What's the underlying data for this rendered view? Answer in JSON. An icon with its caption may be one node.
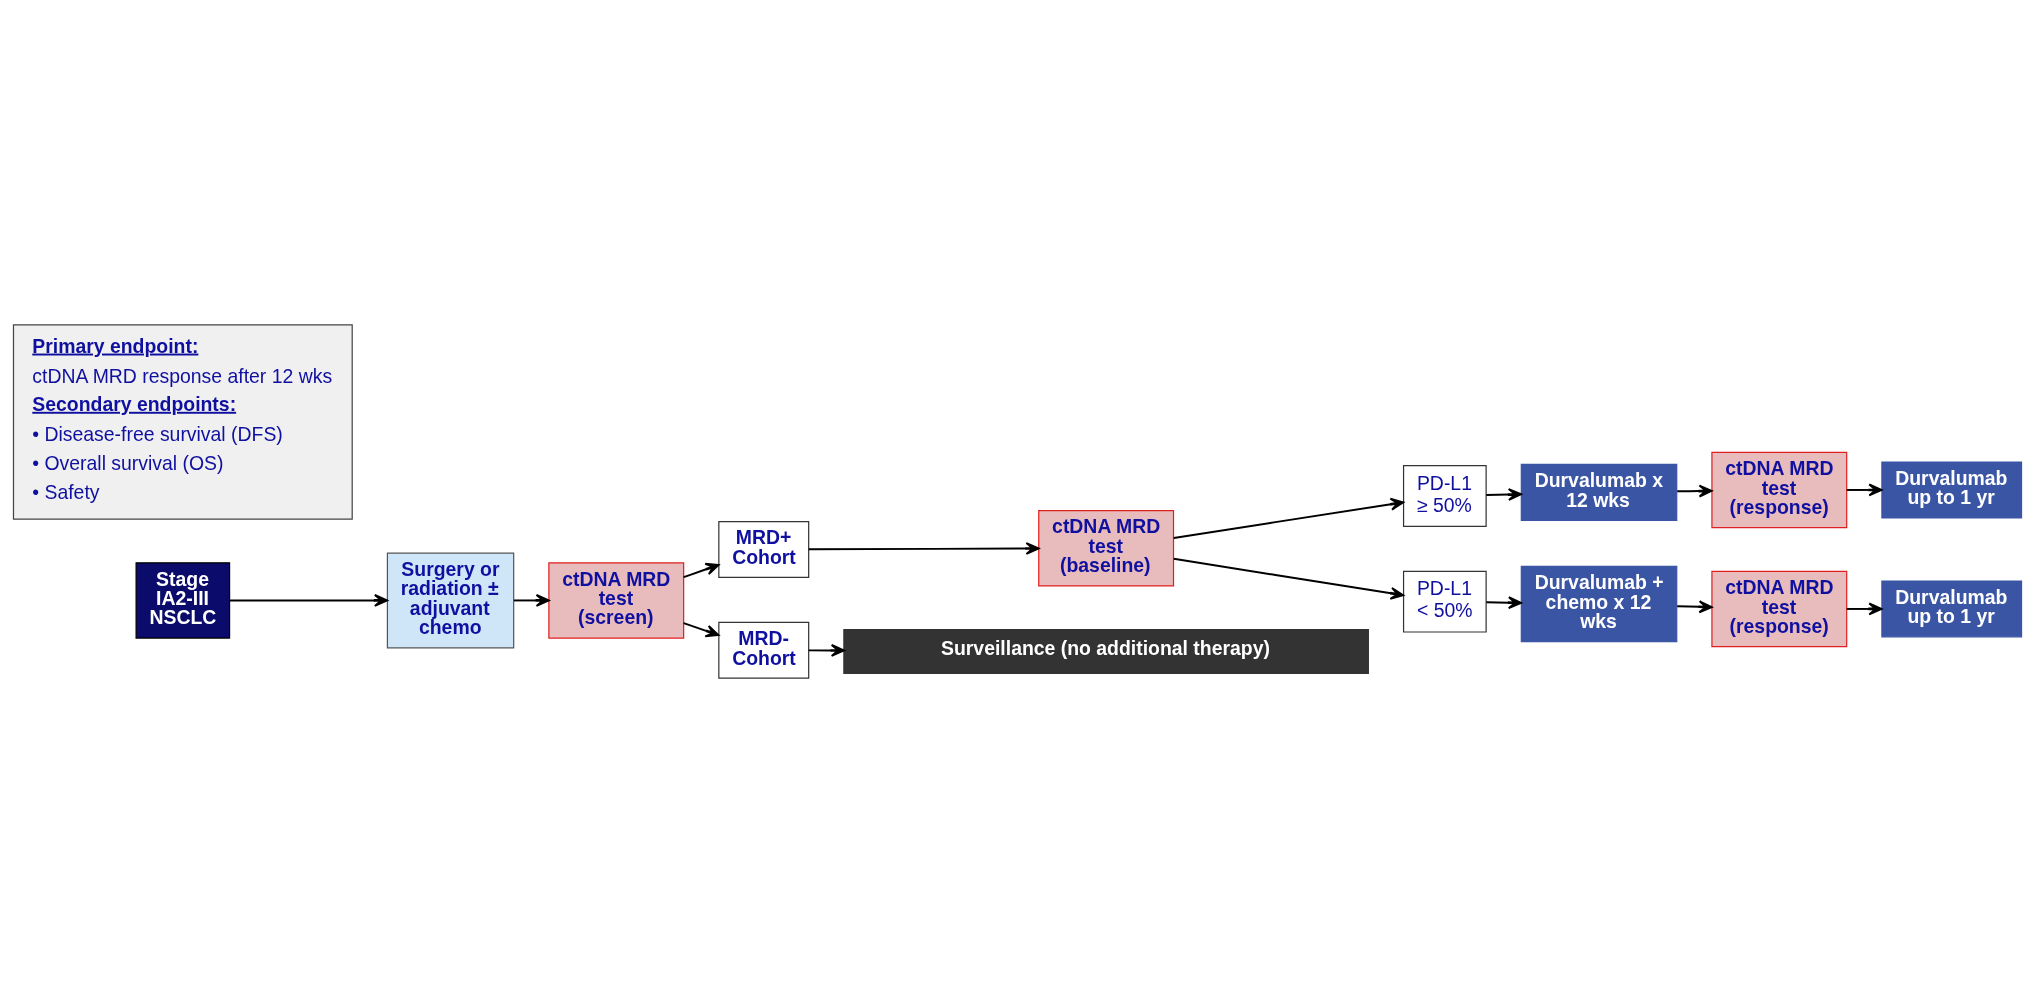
{
  "diagram": {
    "nodes": [
      {
        "text": [
          "Stage IA2-III NSCLC"
        ]
      },
      {
        "text": [
          "Surgery or radiation ± adjuvant chemo"
        ]
      },
      {
        "text": [
          "ctDNA MRD test (screen)"
        ]
      },
      {
        "text": [
          "MRD+ Cohort"
        ]
      },
      {
        "text": [
          "ctDNA MRD test (baseline)"
        ]
      },
      {
        "text": [
          "PD-L1 ≥ 50%"
        ]
      },
      {
        "text": [
          "Durvalumab x 12 wks"
        ]
      },
      {
        "text": [
          "ctDNA MRD test (response)"
        ]
      },
      {
        "text": [
          "Durvalumab up to 1 yr"
        ]
      },
      {
        "text": [
          "PD-L1 < 50%"
        ]
      },
      {
        "text": [
          "Durvalumab + chemo x 12 wks"
        ]
      },
      {
        "text": [
          "ctDNA MRD test (response)"
        ]
      },
      {
        "text": [
          "Durvalumab up to 1 yr"
        ]
      },
      {
        "text": [
          "MRD- Cohort"
        ]
      },
      {
        "text": [
          "Surveillance (no additional therapy)"
        ]
      },
      {
        "text": [
          "Primary endpoint:",
          "ctDNA MRD response after 12 wks",
          "Secondary endpoints:",
          "• Disease-free survival (DFS)",
          "• Overall survival (OS)",
          "• Safety"
        ]
      }
    ],
    "edges": [
      {
        "from": 0,
        "to": 1,
        "arrow": "to"
      },
      {
        "from": 1,
        "to": 2,
        "arrow": "to"
      },
      {
        "from": 2,
        "to": 3,
        "arrow": "to"
      },
      {
        "from": 2,
        "to": 13,
        "arrow": "to"
      },
      {
        "from": 3,
        "to": 4,
        "arrow": "to"
      },
      {
        "from": 4,
        "to": 5,
        "arrow": "to"
      },
      {
        "from": 4,
        "to": 9,
        "arrow": "to"
      },
      {
        "from": 5,
        "to": 6,
        "arrow": "to"
      },
      {
        "from": 6,
        "to": 7,
        "arrow": "to"
      },
      {
        "from": 7,
        "to": 8,
        "arrow": "to"
      },
      {
        "from": 9,
        "to": 10,
        "arrow": "to"
      },
      {
        "from": 10,
        "to": 11,
        "arrow": "to"
      },
      {
        "from": 11,
        "to": 12,
        "arrow": "to"
      },
      {
        "from": 13,
        "to": 14,
        "arrow": "to"
      }
    ]
  }
}
